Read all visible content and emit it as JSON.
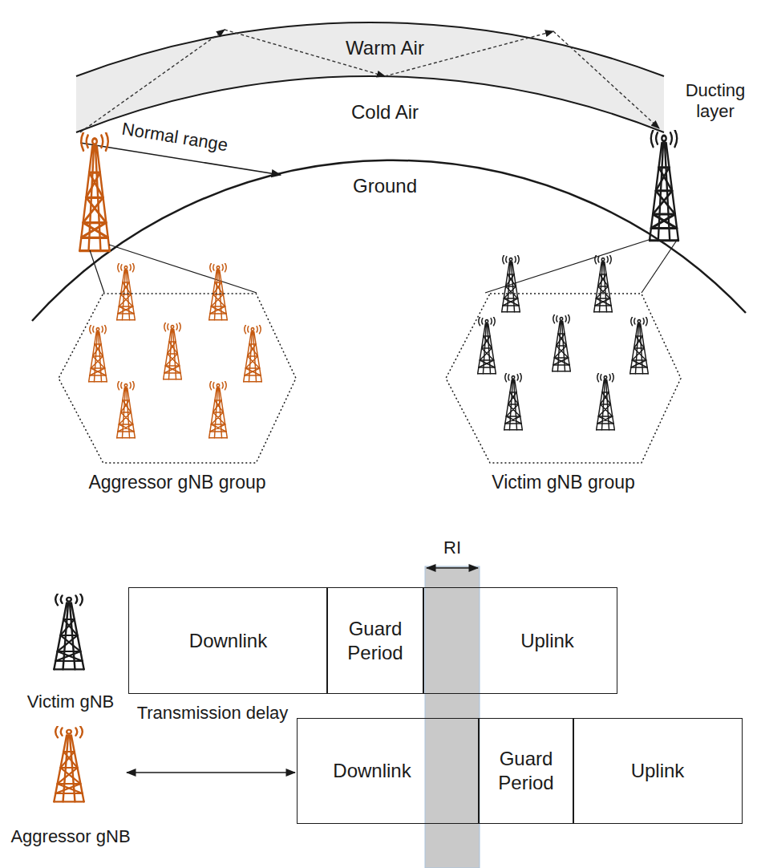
{
  "diagram": {
    "nodes": [
      {
        "text": [
          "Aggressor gNB group"
        ]
      },
      {
        "text": [
          "Victim gNB group"
        ]
      },
      {
        "text": [
          "Downlink"
        ]
      },
      {
        "text": [
          "Guard Period"
        ]
      },
      {
        "text": [
          "Uplink"
        ]
      },
      {
        "text": [
          "Downlink"
        ]
      },
      {
        "text": [
          "Guard Period"
        ]
      },
      {
        "text": [
          "Uplink"
        ]
      }
    ],
    "labels": [
      "Warm Air",
      "Cold Air",
      "Ducting layer",
      "Normal range",
      "Ground",
      "RI",
      "Victim gNB",
      "Transmission delay",
      "Aggressor gNB"
    ]
  }
}
